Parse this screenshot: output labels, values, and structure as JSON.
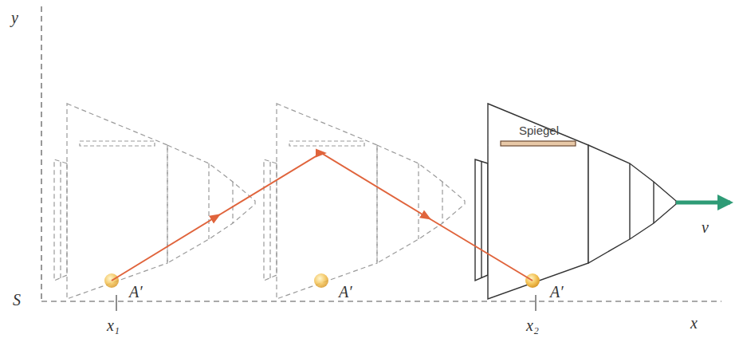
{
  "diagram": {
    "labels": [
      "y",
      "S",
      "x",
      "x₁",
      "x₂",
      "Spiegel",
      "A′",
      "A′",
      "A′",
      "v"
    ]
  }
}
